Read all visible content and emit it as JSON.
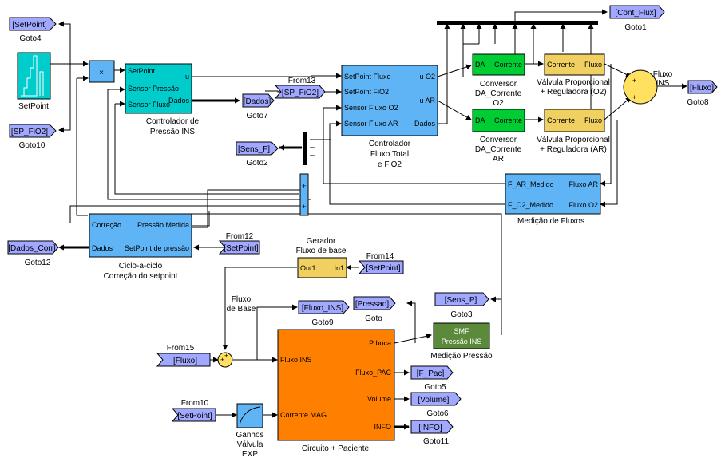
{
  "colors": {
    "cyan": "#00cccc",
    "blue": "#5fb4f5",
    "orange": "#ff8000",
    "green": "#00cc33",
    "yellow": "#f0d060",
    "tag": "#a0a8ff",
    "dkgreen": "#5a8a3a",
    "sum": "#ffe060"
  },
  "tags": {
    "goto4": "[SetPoint]",
    "goto4_name": "Goto4",
    "goto10": "[SP_FiO2]",
    "goto10_name": "Goto10",
    "goto12": "[Dados_Corr]",
    "goto12_name": "Goto12",
    "goto7": "[Dados]",
    "goto7_name": "Goto7",
    "goto2": "[Sens_F]",
    "goto2_name": "Goto2",
    "from13": "[SP_FiO2]",
    "from13_name": "From13",
    "goto1": "[Cont_Flux]",
    "goto1_name": "Goto1",
    "goto8": "[Fluxo]",
    "goto8_name": "Goto8",
    "from12": "[SetPoint]",
    "from12_name": "From12",
    "from14": "[SetPoint]",
    "from14_name": "From14",
    "goto3": "[Sens_P]",
    "goto3_name": "Goto3",
    "goto_pressao": "[Pressao]",
    "goto_pressao_name": "Goto",
    "goto9": "[Fluxo_INS]",
    "goto9_name": "Goto9",
    "from15": "[Fluxo]",
    "from15_name": "From15",
    "goto5": "[F_Pac]",
    "goto5_name": "Goto5",
    "goto6": "[Volume]",
    "goto6_name": "Goto6",
    "goto11": "[INFO]",
    "goto11_name": "Goto11",
    "from10": "[SetPoint]",
    "from10_name": "From10"
  },
  "blocks": {
    "setpoint": {
      "name": "SetPoint"
    },
    "mult": {
      "symbol": "×"
    },
    "ctrl_pressao": {
      "name1": "Controlador de",
      "name2": "Pressão INS",
      "in1": "SetPoint",
      "in2": "Sensor Pressão",
      "in3": "Sensor Fluxo",
      "out1": "u",
      "out2": "Dados"
    },
    "ctrl_fluxo": {
      "name1": "Controlador",
      "name2": "Fluxo Total",
      "name3": "e FiO2",
      "in1": "SetPoint Fluxo",
      "in2": "SetPoint FiO2",
      "in3": "Sensor Fluxo O2",
      "in4": "Sensor Fluxo AR",
      "out1": "u O2",
      "out2": "u AR",
      "out3": "Dados"
    },
    "conv_o2": {
      "in": "DA",
      "out": "Corrente",
      "name1": "Conversor",
      "name2": "DA_Corrente",
      "name3": "O2"
    },
    "conv_ar": {
      "in": "DA",
      "out": "Corrente",
      "name1": "Conversor",
      "name2": "DA_Corrente",
      "name3": "AR"
    },
    "valv_o2": {
      "in": "Corrente",
      "out": "Fluxo",
      "name1": "Válvula Proporcional",
      "name2": "+ Reguladora (O2)"
    },
    "valv_ar": {
      "in": "Corrente",
      "out": "Fluxo",
      "name1": "Válvula Proporcional",
      "name2": "+ Reguladora (AR)"
    },
    "sum_ins": {
      "name1": "Fluxo",
      "name2": "INS",
      "s1": "+",
      "s2": "+"
    },
    "med_fluxos": {
      "name": "Medição de Fluxos",
      "in1": "F_AR_Medido",
      "in2": "F_O2_Medido",
      "out1": "Fluxo AR",
      "out2": "Fluxo O2"
    },
    "sum_mid": {
      "s1": "+",
      "s2": "+"
    },
    "ciclo": {
      "name1": "Ciclo-a-ciclo",
      "name2": "Correção do setpoint",
      "in1": "Correção",
      "in2": "Dados",
      "p1": "Pressão Medida",
      "p2": "SetPoint de pressão"
    },
    "gerador": {
      "name1": "Gerador",
      "name2": "Fluxo de base",
      "out": "Out1",
      "in": "In1"
    },
    "fluxo_base": {
      "name1": "Fluxo",
      "name2": "de Base"
    },
    "circuito": {
      "name": "Circuito + Paciente",
      "in1": "Fluxo INS",
      "in2": "Corrente MAG",
      "out1": "P boca",
      "out2": "Fluxo_PAC",
      "out3": "Volume",
      "out4": "INFO"
    },
    "smf": {
      "line1": "SMF",
      "line2": "Pressão INS",
      "name": "Medição Pressão"
    },
    "ganhos": {
      "name1": "Ganhos",
      "name2": "Válvula",
      "name3": "EXP"
    },
    "sum_low": {
      "s1": "+",
      "s2": "+"
    }
  }
}
